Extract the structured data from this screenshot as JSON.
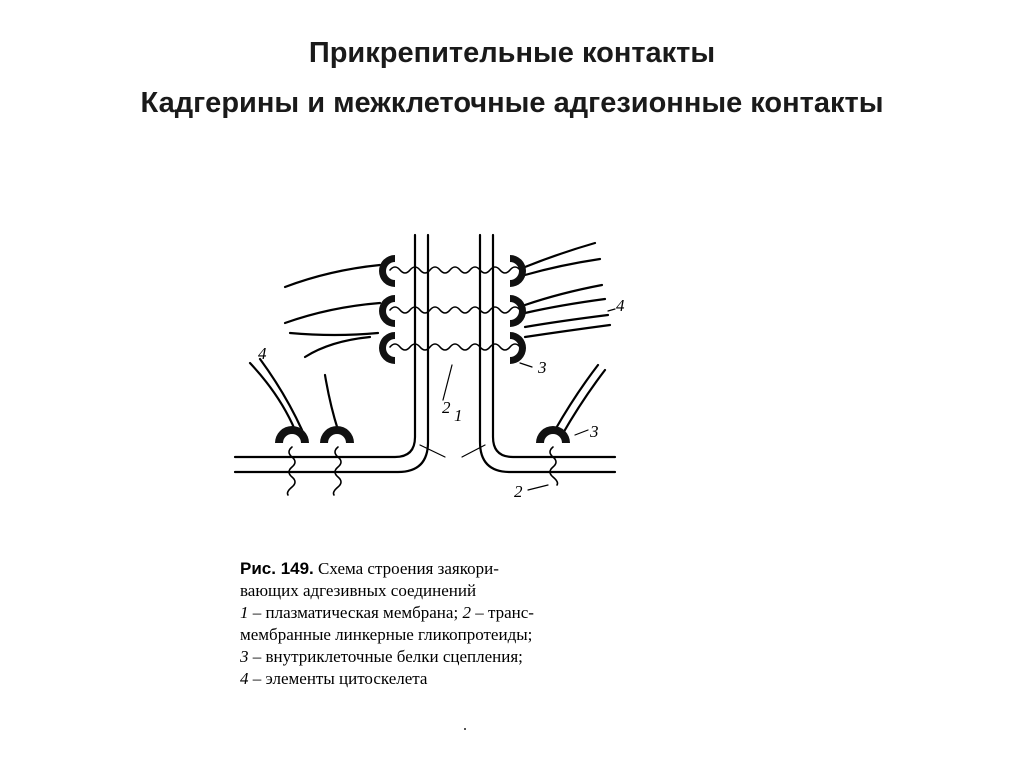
{
  "title": {
    "line1": "Прикрепительные контакты",
    "line2": "Кадгерины и межклеточные адгезионные контакты"
  },
  "figure": {
    "labels": {
      "membrane": "1",
      "linker_top": "2",
      "linker_bottom": "2",
      "anchor_right_top": "3",
      "anchor_right_bottom": "3",
      "cytoskeleton_left": "4",
      "cytoskeleton_right": "4"
    }
  },
  "caption": {
    "fig_label": "Рис. 149.",
    "line1_rest": " Схема строения заякори-",
    "line2": "вающих адгезивных соединений",
    "item1_num": "1",
    "item1_text": " – плазматическая мембрана; ",
    "item2_num": "2",
    "item2_text": " – транс-",
    "line4": "мембранные линкерные гликопротеиды;",
    "item3_num": "3",
    "item3_text": " – внутриклеточные белки сцепления;",
    "item4_num": "4",
    "item4_text": " – элементы цитоскелета"
  }
}
